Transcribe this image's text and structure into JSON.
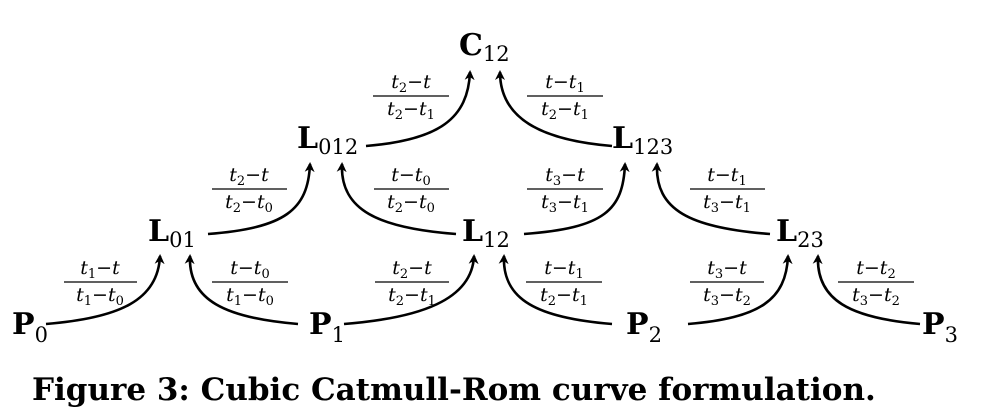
{
  "caption": "Figure 3: Cubic Catmull-Rom curve formulation.",
  "nodes": {
    "p0": {
      "base": "P",
      "sub": "0"
    },
    "p1": {
      "base": "P",
      "sub": "1"
    },
    "p2": {
      "base": "P",
      "sub": "2"
    },
    "p3": {
      "base": "P",
      "sub": "3"
    },
    "l01": {
      "base": "L",
      "sub": "01"
    },
    "l12": {
      "base": "L",
      "sub": "12"
    },
    "l23": {
      "base": "L",
      "sub": "23"
    },
    "l012": {
      "base": "L",
      "sub": "012"
    },
    "l123": {
      "base": "L",
      "sub": "123"
    },
    "c12": {
      "base": "C",
      "sub": "12"
    }
  },
  "weights": {
    "p0_l01": {
      "num": [
        "t",
        "1",
        "−t"
      ],
      "den": [
        "t",
        "1",
        "−t",
        "0"
      ]
    },
    "p1_l01": {
      "num": [
        "t−t",
        "0"
      ],
      "den": [
        "t",
        "1",
        "−t",
        "0"
      ]
    },
    "p1_l12": {
      "num": [
        "t",
        "2",
        "−t"
      ],
      "den": [
        "t",
        "2",
        "−t",
        "1"
      ]
    },
    "p2_l12": {
      "num": [
        "t−t",
        "1"
      ],
      "den": [
        "t",
        "2",
        "−t",
        "1"
      ]
    },
    "p2_l23": {
      "num": [
        "t",
        "3",
        "−t"
      ],
      "den": [
        "t",
        "3",
        "−t",
        "2"
      ]
    },
    "p3_l23": {
      "num": [
        "t−t",
        "2"
      ],
      "den": [
        "t",
        "3",
        "−t",
        "2"
      ]
    },
    "l01_l012": {
      "num": [
        "t",
        "2",
        "−t"
      ],
      "den": [
        "t",
        "2",
        "−t",
        "0"
      ]
    },
    "l12_l012": {
      "num": [
        "t−t",
        "0"
      ],
      "den": [
        "t",
        "2",
        "−t",
        "0"
      ]
    },
    "l12_l123": {
      "num": [
        "t",
        "3",
        "−t"
      ],
      "den": [
        "t",
        "3",
        "−t",
        "1"
      ]
    },
    "l23_l123": {
      "num": [
        "t−t",
        "1"
      ],
      "den": [
        "t",
        "3",
        "−t",
        "1"
      ]
    },
    "l012_c12": {
      "num": [
        "t",
        "2",
        "−t"
      ],
      "den": [
        "t",
        "2",
        "−t",
        "1"
      ]
    },
    "l123_c12": {
      "num": [
        "t−t",
        "1"
      ],
      "den": [
        "t",
        "2",
        "−t",
        "1"
      ]
    }
  }
}
